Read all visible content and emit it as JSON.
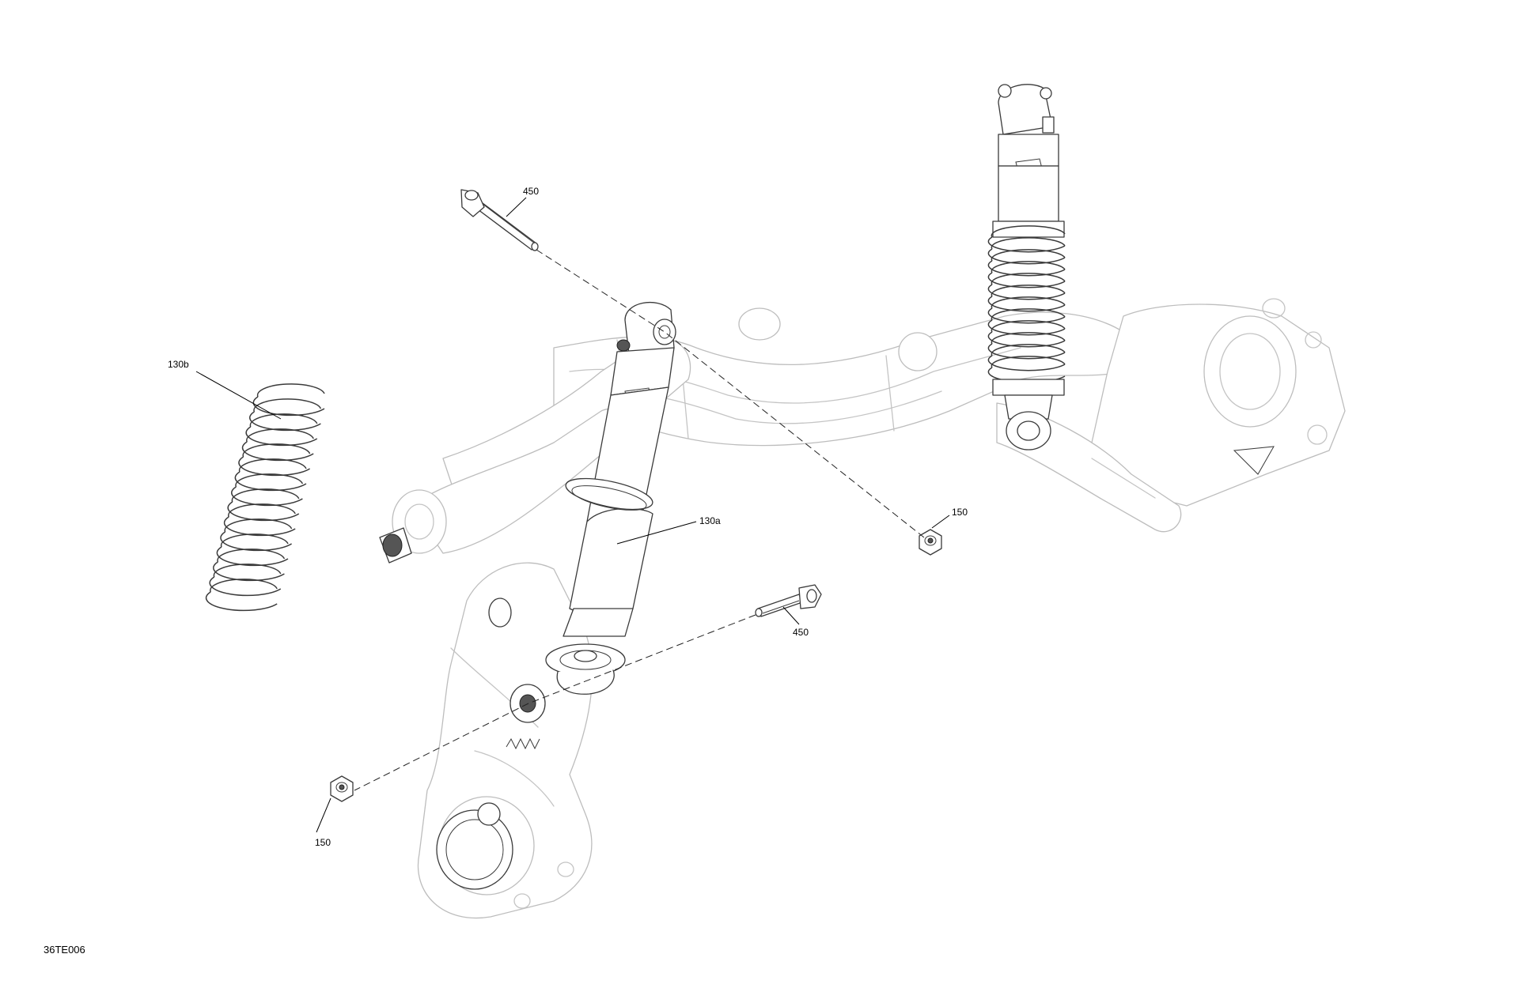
{
  "callouts": {
    "bolt_top": "450",
    "spring_130b": "130b",
    "shock_130a": "130a",
    "nut_right": "150",
    "bolt_lower": "450",
    "nut_lower": "150"
  },
  "figure_id": "36TE006"
}
